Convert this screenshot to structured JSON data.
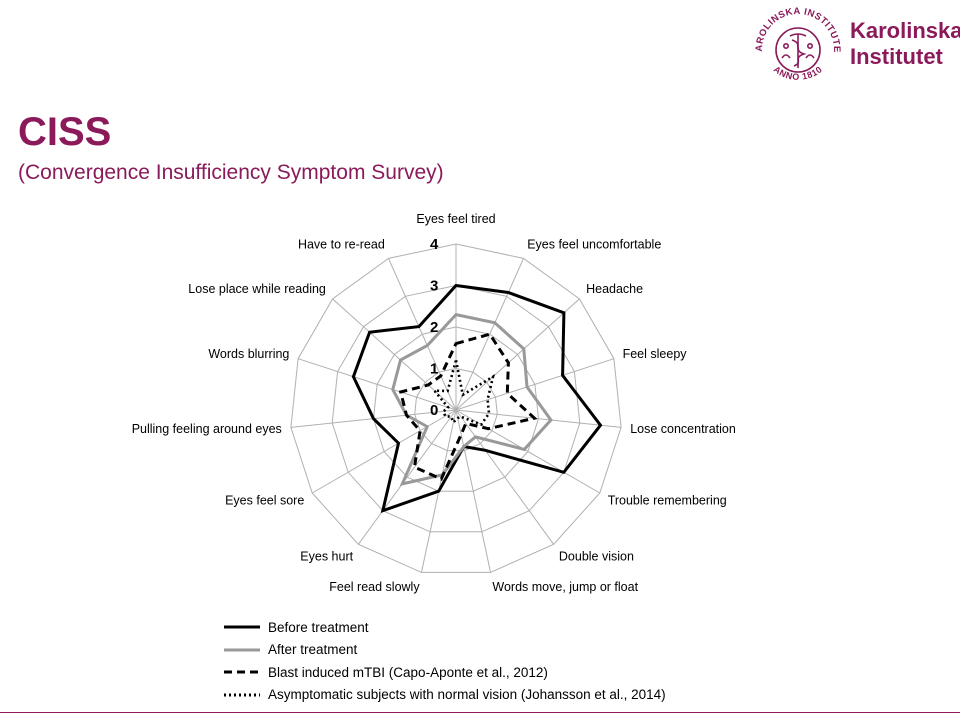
{
  "header": {
    "title": "CISS",
    "subtitle": "(Convergence Insufficiency Symptom Survey)"
  },
  "logo": {
    "seal_text": "KAROLINSKA INSTITUTET",
    "seal_year": "ANNO 1810",
    "name_line1": "Karolinska",
    "name_line2": "Institutet"
  },
  "colors": {
    "brand": "#8a1a5a",
    "before": "#000000",
    "after": "#999999",
    "blast": "#000000",
    "asymptomatic": "#000000",
    "grid": "#b0b0b0"
  },
  "chart_data": {
    "type": "radar",
    "axes": [
      "Eyes feel tired",
      "Eyes feel uncomfortable",
      "Headache",
      "Feel sleepy",
      "Lose concentration",
      "Trouble remembering",
      "Double vision",
      "Words move, jump or float",
      "Feel read slowly",
      "Eyes hurt",
      "Eyes feel sore",
      "Pulling feeling around eyes",
      "Words blurring",
      "Lose place while reading",
      "Have to re-read"
    ],
    "rlim": [
      0,
      4
    ],
    "ticks": [
      "0",
      "1",
      "2",
      "3",
      "4"
    ],
    "series": [
      {
        "name": "Before treatment",
        "style": "solid",
        "values": [
          3.0,
          3.1,
          3.5,
          2.7,
          3.5,
          3.0,
          1.2,
          0.9,
          2.0,
          3.0,
          1.6,
          2.0,
          2.6,
          2.8,
          2.2
        ]
      },
      {
        "name": "After treatment",
        "style": "solid-gray",
        "values": [
          2.3,
          2.3,
          2.2,
          1.8,
          2.3,
          1.9,
          0.8,
          0.9,
          1.6,
          2.2,
          0.8,
          1.2,
          1.6,
          1.8,
          1.7
        ]
      },
      {
        "name": "Blast induced mTBI (Capo-Aponte et al., 2012)",
        "style": "dashed",
        "values": [
          1.6,
          2.0,
          1.7,
          1.3,
          1.9,
          0.9,
          0.4,
          0.6,
          1.7,
          1.7,
          1.0,
          1.2,
          1.4,
          0.9,
          0.9
        ]
      },
      {
        "name": "Asymptomatic subjects with normal vision (Johansson et al., 2014)",
        "style": "dotted",
        "values": [
          1.2,
          0.4,
          1.2,
          0.8,
          0.8,
          0.7,
          0.2,
          0.2,
          0.3,
          0.2,
          0.3,
          0.3,
          0.2,
          0.7,
          0.5
        ]
      }
    ],
    "legend_position": "bottom",
    "grid": true
  }
}
